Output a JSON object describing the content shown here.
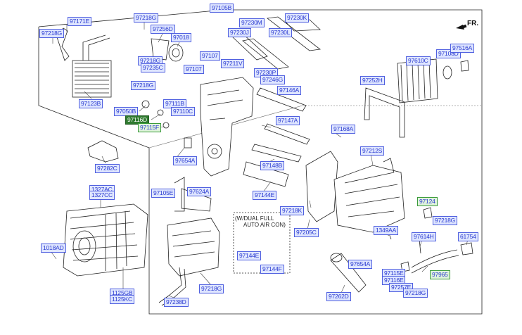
{
  "direction_label": "FR.",
  "variant_note": [
    "(W/DUAL FULL",
    "AUTO AIR CON)"
  ],
  "colors": {
    "label_border": "#5060e0",
    "label_fill": "#dfe6ff",
    "label_text": "#2a3ad0",
    "green_fill": "#e0f4dc",
    "selected_fill": "#2e7a2e"
  },
  "labels": [
    "97105B",
    "97171E",
    "97218G",
    "97218G",
    "97256D",
    "97018",
    "97230M",
    "97230K",
    "97230J",
    "97230L",
    "97107",
    "97218G",
    "97235C",
    "97107",
    "97211V",
    "97230P",
    "97246G",
    "97610C",
    "97108D",
    "97516A",
    "97123B",
    "97218G",
    "97146A",
    "97252H",
    "97111B",
    "97050B",
    "97116D",
    "97110C",
    "97115F",
    "97147A",
    "97168A",
    "97212S",
    "97282C",
    "97148B",
    "97654A",
    "97105E",
    "97624A",
    "97144E",
    "1327AC",
    "1327CC",
    "97124",
    "97218K",
    "97218G",
    "1018AD",
    "97205C",
    "1349AA",
    "97614H",
    "61754",
    "97144E",
    "97144F",
    "97654A",
    "97965",
    "97115E",
    "97116E",
    "97257E",
    "97218G",
    "1125GB",
    "1125KC",
    "97218G",
    "97238D",
    "97262D"
  ]
}
